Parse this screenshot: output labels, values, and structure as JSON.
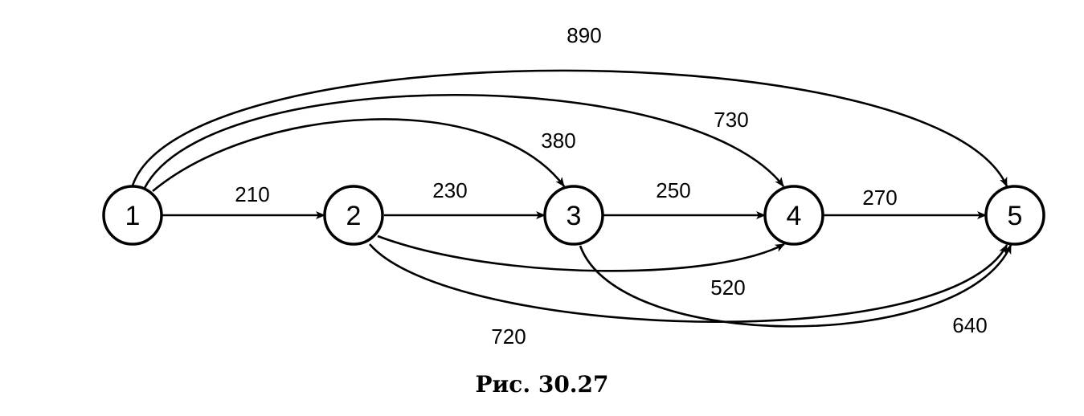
{
  "nodes": [
    {
      "id": "1",
      "label": "1"
    },
    {
      "id": "2",
      "label": "2"
    },
    {
      "id": "3",
      "label": "3"
    },
    {
      "id": "4",
      "label": "4"
    },
    {
      "id": "5",
      "label": "5"
    }
  ],
  "edges": [
    {
      "from": "1",
      "to": "2",
      "weight": "210"
    },
    {
      "from": "2",
      "to": "3",
      "weight": "230"
    },
    {
      "from": "3",
      "to": "4",
      "weight": "250"
    },
    {
      "from": "4",
      "to": "5",
      "weight": "270"
    },
    {
      "from": "1",
      "to": "3",
      "weight": "380"
    },
    {
      "from": "1",
      "to": "4",
      "weight": "730"
    },
    {
      "from": "1",
      "to": "5",
      "weight": "890"
    },
    {
      "from": "2",
      "to": "4",
      "weight": "520"
    },
    {
      "from": "2",
      "to": "5",
      "weight": "720"
    },
    {
      "from": "3",
      "to": "5",
      "weight": "640"
    }
  ],
  "caption": "Рис. 30.27"
}
